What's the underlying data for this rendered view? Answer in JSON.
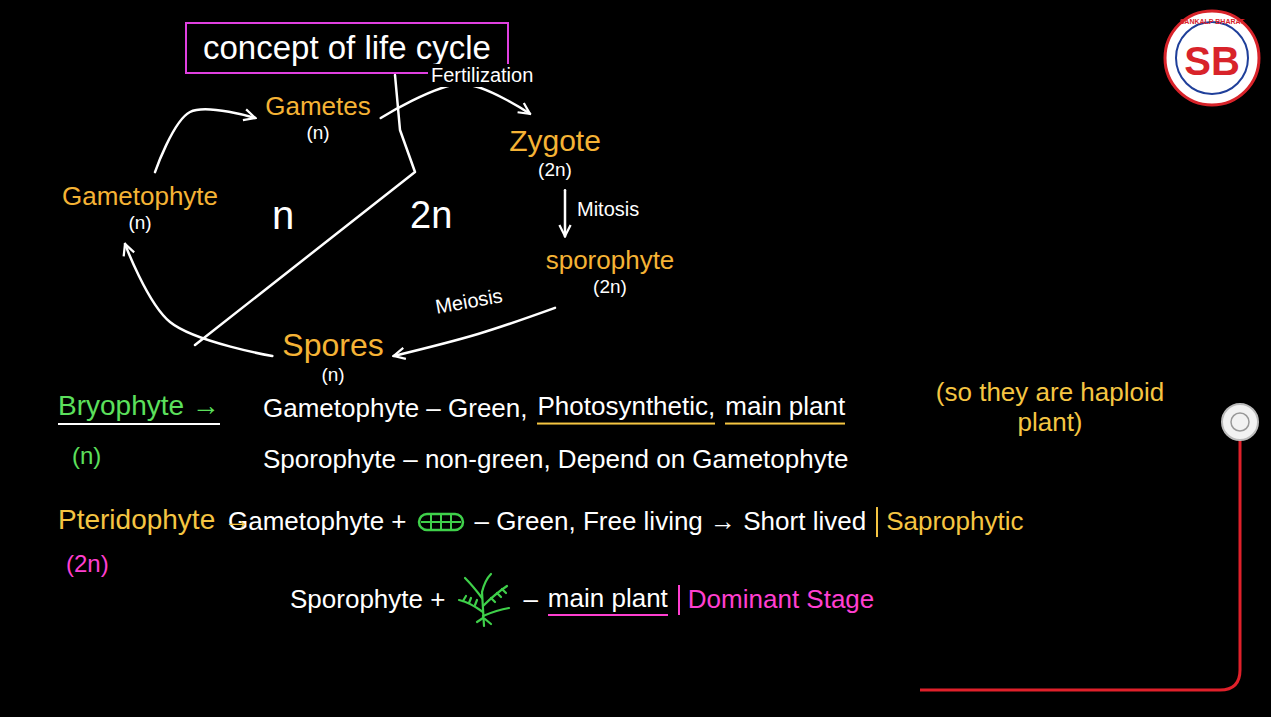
{
  "diagram": {
    "title": "concept of life cycle",
    "nodes": [
      {
        "text": [
          "Gametes",
          "(n)"
        ]
      },
      {
        "text": [
          "Zygote",
          "(2n)"
        ]
      },
      {
        "text": [
          "Gametophyte",
          "(n)"
        ]
      },
      {
        "text": [
          "sporophyte",
          "(2n)"
        ]
      },
      {
        "text": [
          "Spores",
          "(n)"
        ]
      }
    ],
    "edges": [
      {
        "from": 2,
        "to": 0,
        "arrow": "to"
      },
      {
        "from": 0,
        "to": 1,
        "label": "Fertilization",
        "arrow": "to"
      },
      {
        "from": 1,
        "to": 3,
        "label": "Mitosis",
        "arrow": "to"
      },
      {
        "from": 3,
        "to": 4,
        "label": "Meiosis",
        "arrow": "to"
      },
      {
        "from": 4,
        "to": 2,
        "arrow": "to"
      }
    ],
    "labels": [
      "SB",
      "SANKALP BHARAT",
      "n",
      "2n",
      "Bryophyte →",
      "(n)",
      "Gametophyte – Green,",
      "Photosynthetic,",
      "main plant",
      "(so they are haploid plant)",
      "Sporophyte – non-green, Depend on Gametophyte",
      "Pteridophyte →",
      "(2n)",
      "Gametophyte +",
      "– Green, Free living → Short lived",
      "Saprophytic",
      "Sporophyte +",
      "–",
      "main plant",
      "Dominant Stage"
    ]
  }
}
